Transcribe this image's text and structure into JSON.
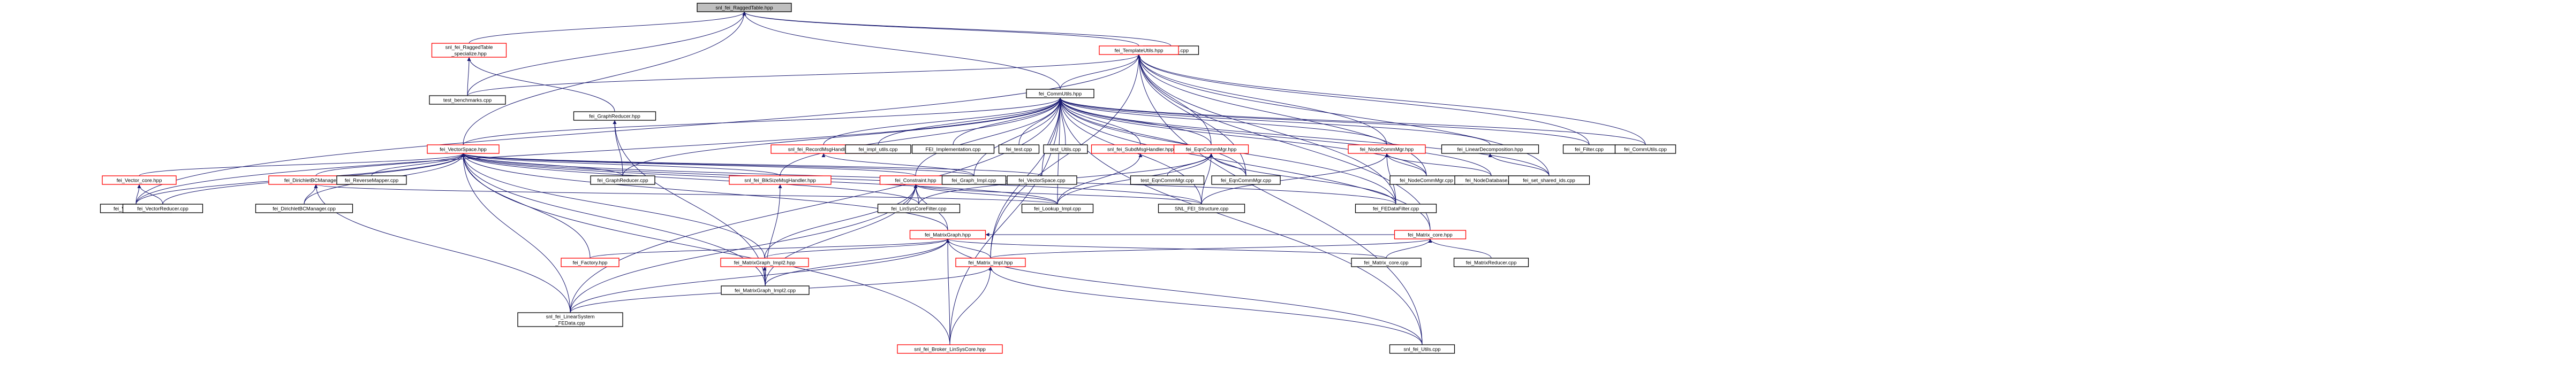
{
  "diagram": {
    "nodes": [
      {
        "id": "n0",
        "label": [
          "snl_fei_RaggedTable.hpp"
        ],
        "kind": "root"
      },
      {
        "id": "n1",
        "label": [
          "snl_fei_RaggedTable",
          "_specialize.hpp"
        ],
        "kind": "red"
      },
      {
        "id": "n2",
        "label": [
          "test_Tables.cpp"
        ],
        "kind": "black"
      },
      {
        "id": "n3",
        "label": [
          "fei_TemplateUtils.hpp"
        ],
        "kind": "red"
      },
      {
        "id": "n4",
        "label": [
          "test_benchmarks.cpp"
        ],
        "kind": "black"
      },
      {
        "id": "n5",
        "label": [
          "fei_GraphReducer.hpp"
        ],
        "kind": "black"
      },
      {
        "id": "n6",
        "label": [
          "fei_CommUtils.hpp"
        ],
        "kind": "black"
      },
      {
        "id": "n7",
        "label": [
          "fei_VectorSpace.hpp"
        ],
        "kind": "red"
      },
      {
        "id": "n8",
        "label": [
          "snl_fei_RecordMsgHandler.hpp"
        ],
        "kind": "red"
      },
      {
        "id": "n9",
        "label": [
          "fei_impl_utils.cpp"
        ],
        "kind": "black"
      },
      {
        "id": "n10",
        "label": [
          "FEI_Implementation.cpp"
        ],
        "kind": "black"
      },
      {
        "id": "n11",
        "label": [
          "fei_test.cpp"
        ],
        "kind": "black"
      },
      {
        "id": "n12",
        "label": [
          "test_Utils.cpp"
        ],
        "kind": "black"
      },
      {
        "id": "n13",
        "label": [
          "snl_fei_SubdMsgHandler.hpp"
        ],
        "kind": "red"
      },
      {
        "id": "n14",
        "label": [
          "fei_EqnCommMgr.hpp"
        ],
        "kind": "red"
      },
      {
        "id": "n15",
        "label": [
          "fei_NodeCommMgr.hpp"
        ],
        "kind": "red"
      },
      {
        "id": "n16",
        "label": [
          "fei_LinearDecomposition.hpp"
        ],
        "kind": "black"
      },
      {
        "id": "n17",
        "label": [
          "fei_Filter.cpp"
        ],
        "kind": "black"
      },
      {
        "id": "n18",
        "label": [
          "fei_CommUtils.cpp"
        ],
        "kind": "black"
      },
      {
        "id": "n19",
        "label": [
          "fei_Vector_core.hpp"
        ],
        "kind": "red"
      },
      {
        "id": "n20",
        "label": [
          "fei_DirichletBCManager.hpp"
        ],
        "kind": "red"
      },
      {
        "id": "n21",
        "label": [
          "fei_ReverseMapper.cpp"
        ],
        "kind": "black"
      },
      {
        "id": "n22",
        "label": [
          "fei_GraphReducer.cpp"
        ],
        "kind": "black"
      },
      {
        "id": "n23",
        "label": [
          "snl_fei_BlkSizeMsgHandler.hpp"
        ],
        "kind": "red"
      },
      {
        "id": "n24",
        "label": [
          "fei_Constraint.hpp"
        ],
        "kind": "red"
      },
      {
        "id": "n25",
        "label": [
          "fei_Graph_Impl.cpp"
        ],
        "kind": "black"
      },
      {
        "id": "n26",
        "label": [
          "fei_VectorSpace.cpp"
        ],
        "kind": "black"
      },
      {
        "id": "n27",
        "label": [
          "test_EqnCommMgr.cpp"
        ],
        "kind": "black"
      },
      {
        "id": "n28",
        "label": [
          "fei_EqnCommMgr.cpp"
        ],
        "kind": "black"
      },
      {
        "id": "n29",
        "label": [
          "fei_NodeCommMgr.cpp"
        ],
        "kind": "black"
      },
      {
        "id": "n30",
        "label": [
          "fei_NodeDatabase.cpp"
        ],
        "kind": "black"
      },
      {
        "id": "n31",
        "label": [
          "fei_set_shared_ids.cpp"
        ],
        "kind": "black"
      },
      {
        "id": "n32",
        "label": [
          "fei_Vector_core.cpp"
        ],
        "kind": "black"
      },
      {
        "id": "n33",
        "label": [
          "fei_VectorReducer.cpp"
        ],
        "kind": "black"
      },
      {
        "id": "n34",
        "label": [
          "fei_DirichletBCManager.cpp"
        ],
        "kind": "black"
      },
      {
        "id": "n35",
        "label": [
          "fei_LinSysCoreFilter.cpp"
        ],
        "kind": "black"
      },
      {
        "id": "n36",
        "label": [
          "fei_Lookup_Impl.cpp"
        ],
        "kind": "black"
      },
      {
        "id": "n37",
        "label": [
          "SNL_FEI_Structure.cpp"
        ],
        "kind": "black"
      },
      {
        "id": "n38",
        "label": [
          "fei_FEDataFilter.cpp"
        ],
        "kind": "black"
      },
      {
        "id": "n39",
        "label": [
          "fei_MatrixGraph.hpp"
        ],
        "kind": "red"
      },
      {
        "id": "n40",
        "label": [
          "fei_Matrix_core.hpp"
        ],
        "kind": "red"
      },
      {
        "id": "n41",
        "label": [
          "fei_Factory.hpp"
        ],
        "kind": "red"
      },
      {
        "id": "n42",
        "label": [
          "fei_MatrixGraph_Impl2.hpp"
        ],
        "kind": "red"
      },
      {
        "id": "n43",
        "label": [
          "fei_Matrix_Impl.hpp"
        ],
        "kind": "red"
      },
      {
        "id": "n44",
        "label": [
          "fei_Matrix_core.cpp"
        ],
        "kind": "black"
      },
      {
        "id": "n45",
        "label": [
          "fei_MatrixReducer.cpp"
        ],
        "kind": "black"
      },
      {
        "id": "n46",
        "label": [
          "fei_MatrixGraph_Impl2.cpp"
        ],
        "kind": "black"
      },
      {
        "id": "n47",
        "label": [
          "snl_fei_LinearSystem",
          "_FEData.cpp"
        ],
        "kind": "black"
      },
      {
        "id": "n48",
        "label": [
          "snl_fei_Broker_LinSysCore.hpp"
        ],
        "kind": "red"
      },
      {
        "id": "n49",
        "label": [
          "snl_fei_Utils.cpp"
        ],
        "kind": "black"
      }
    ],
    "edges": [
      [
        "n0",
        "n1"
      ],
      [
        "n0",
        "n2"
      ],
      [
        "n0",
        "n3"
      ],
      [
        "n0",
        "n4"
      ],
      [
        "n0",
        "n6"
      ],
      [
        "n0",
        "n7"
      ],
      [
        "n1",
        "n4"
      ],
      [
        "n1",
        "n5"
      ],
      [
        "n3",
        "n4"
      ],
      [
        "n3",
        "n6"
      ],
      [
        "n3",
        "n17"
      ],
      [
        "n3",
        "n18"
      ],
      [
        "n3",
        "n14"
      ],
      [
        "n3",
        "n15"
      ],
      [
        "n3",
        "n28"
      ],
      [
        "n3",
        "n29"
      ],
      [
        "n3",
        "n31"
      ],
      [
        "n3",
        "n38"
      ],
      [
        "n3",
        "n32"
      ],
      [
        "n3",
        "n40"
      ],
      [
        "n3",
        "n43"
      ],
      [
        "n3",
        "n49"
      ],
      [
        "n5",
        "n22"
      ],
      [
        "n5",
        "n46"
      ],
      [
        "n6",
        "n7"
      ],
      [
        "n6",
        "n8"
      ],
      [
        "n6",
        "n9"
      ],
      [
        "n6",
        "n10"
      ],
      [
        "n6",
        "n11"
      ],
      [
        "n6",
        "n12"
      ],
      [
        "n6",
        "n13"
      ],
      [
        "n6",
        "n14"
      ],
      [
        "n6",
        "n15"
      ],
      [
        "n6",
        "n16"
      ],
      [
        "n6",
        "n17"
      ],
      [
        "n6",
        "n18"
      ],
      [
        "n6",
        "n23"
      ],
      [
        "n6",
        "n24"
      ],
      [
        "n6",
        "n26"
      ],
      [
        "n6",
        "n30"
      ],
      [
        "n6",
        "n31"
      ],
      [
        "n6",
        "n36"
      ],
      [
        "n6",
        "n37"
      ],
      [
        "n6",
        "n38"
      ],
      [
        "n6",
        "n40"
      ],
      [
        "n6",
        "n43"
      ],
      [
        "n6",
        "n47"
      ],
      [
        "n6",
        "n48"
      ],
      [
        "n6",
        "n49"
      ],
      [
        "n6",
        "n32"
      ],
      [
        "n6",
        "n22"
      ],
      [
        "n6",
        "n25"
      ],
      [
        "n6",
        "n28"
      ],
      [
        "n6",
        "n29"
      ],
      [
        "n7",
        "n19"
      ],
      [
        "n7",
        "n20"
      ],
      [
        "n7",
        "n21"
      ],
      [
        "n7",
        "n22"
      ],
      [
        "n7",
        "n23"
      ],
      [
        "n7",
        "n24"
      ],
      [
        "n7",
        "n25"
      ],
      [
        "n7",
        "n26"
      ],
      [
        "n7",
        "n35"
      ],
      [
        "n7",
        "n36"
      ],
      [
        "n7",
        "n37"
      ],
      [
        "n7",
        "n38"
      ],
      [
        "n7",
        "n39"
      ],
      [
        "n7",
        "n41"
      ],
      [
        "n7",
        "n42"
      ],
      [
        "n7",
        "n46"
      ],
      [
        "n7",
        "n47"
      ],
      [
        "n7",
        "n48"
      ],
      [
        "n7",
        "n32"
      ],
      [
        "n7",
        "n33"
      ],
      [
        "n7",
        "n34"
      ],
      [
        "n8",
        "n25"
      ],
      [
        "n13",
        "n36"
      ],
      [
        "n14",
        "n27"
      ],
      [
        "n14",
        "n28"
      ],
      [
        "n14",
        "n35"
      ],
      [
        "n14",
        "n36"
      ],
      [
        "n14",
        "n37"
      ],
      [
        "n14",
        "n38"
      ],
      [
        "n15",
        "n29"
      ],
      [
        "n15",
        "n30"
      ],
      [
        "n15",
        "n37"
      ],
      [
        "n15",
        "n38"
      ],
      [
        "n16",
        "n31"
      ],
      [
        "n19",
        "n32"
      ],
      [
        "n19",
        "n33"
      ],
      [
        "n20",
        "n34"
      ],
      [
        "n20",
        "n36"
      ],
      [
        "n20",
        "n47"
      ],
      [
        "n23",
        "n46"
      ],
      [
        "n24",
        "n35"
      ],
      [
        "n24",
        "n36"
      ],
      [
        "n24",
        "n39"
      ],
      [
        "n24",
        "n42"
      ],
      [
        "n24",
        "n46"
      ],
      [
        "n24",
        "n47"
      ],
      [
        "n24",
        "n37"
      ],
      [
        "n39",
        "n40"
      ],
      [
        "n39",
        "n41"
      ],
      [
        "n39",
        "n42"
      ],
      [
        "n39",
        "n43"
      ],
      [
        "n39",
        "n44"
      ],
      [
        "n39",
        "n46"
      ],
      [
        "n39",
        "n47"
      ],
      [
        "n39",
        "n48"
      ],
      [
        "n39",
        "n49"
      ],
      [
        "n40",
        "n43"
      ],
      [
        "n40",
        "n44"
      ],
      [
        "n40",
        "n45"
      ],
      [
        "n42",
        "n46"
      ],
      [
        "n43",
        "n47"
      ],
      [
        "n43",
        "n48"
      ],
      [
        "n43",
        "n49"
      ]
    ]
  }
}
